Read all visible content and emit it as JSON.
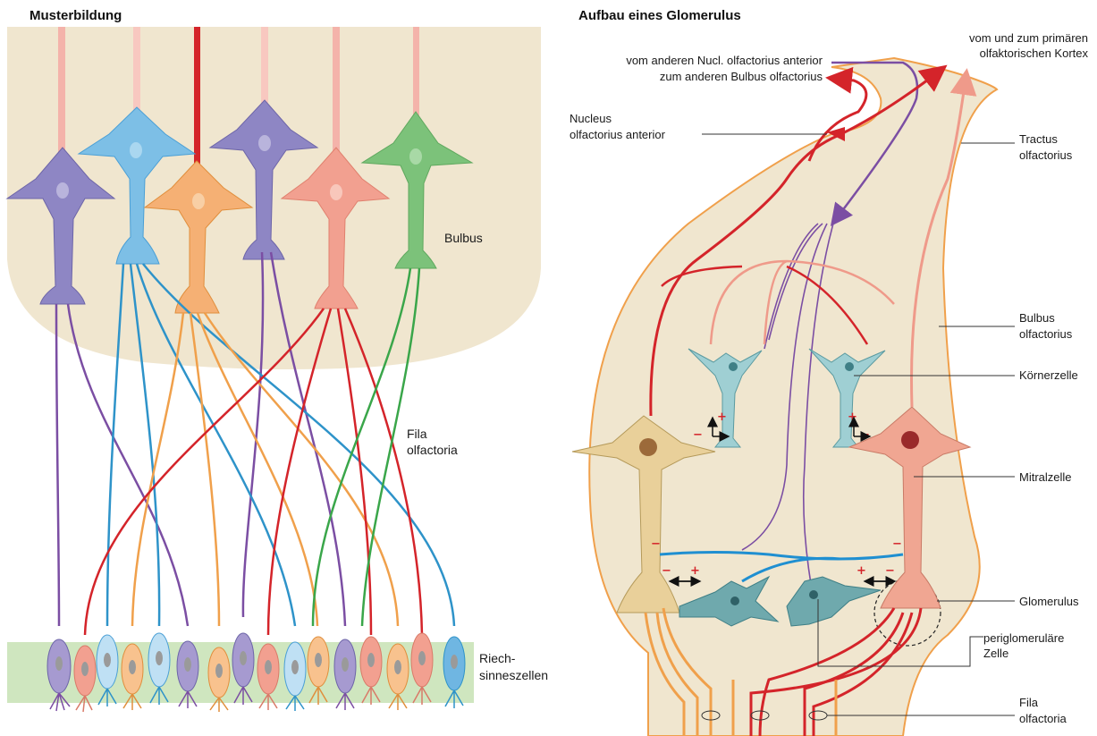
{
  "left_panel": {
    "title": "Musterbildung",
    "labels": {
      "bulbus": "Bulbus",
      "fila_line1": "Fila",
      "fila_line2": "olfactoria",
      "riech_line1": "Riech-",
      "riech_line2": "sinneszellen"
    }
  },
  "right_panel": {
    "title": "Aufbau eines Glomerulus",
    "labels": {
      "nucl_ant_line1": "vom anderen Nucl. olfactorius anterior",
      "nucl_ant_line2": "zum anderen Bulbus olfactorius",
      "kortex_line1": "vom und zum primären",
      "kortex_line2": "olfaktorischen Kortex",
      "nucleus_line1": "Nucleus",
      "nucleus_line2": "olfactorius anterior",
      "tractus_line1": "Tractus",
      "tractus_line2": "olfactorius",
      "bulbus_line1": "Bulbus",
      "bulbus_line2": "olfactorius",
      "koerner": "Körnerzelle",
      "mitral": "Mitralzelle",
      "glomerulus": "Glomerulus",
      "peri_line1": "periglomeruläre",
      "peri_line2": "Zelle",
      "fila_line1": "Fila",
      "fila_line2": "olfactoria"
    },
    "signs": {
      "plus": "+",
      "minus": "−"
    }
  },
  "colors": {
    "bulb_fill": "#f0e6cf",
    "epithelium": "#cfe6bf",
    "purple": "#7b4ea3",
    "blue": "#4a9fd6",
    "orange": "#f0a04b",
    "pink": "#ef9a8a",
    "green": "#5fb25f",
    "red": "#d4242a",
    "light_pink": "#f2a59b",
    "teal": "#8cc3c9",
    "bulb_outline": "#f0a04b",
    "inhibit_blue": "#1f8fd1"
  }
}
